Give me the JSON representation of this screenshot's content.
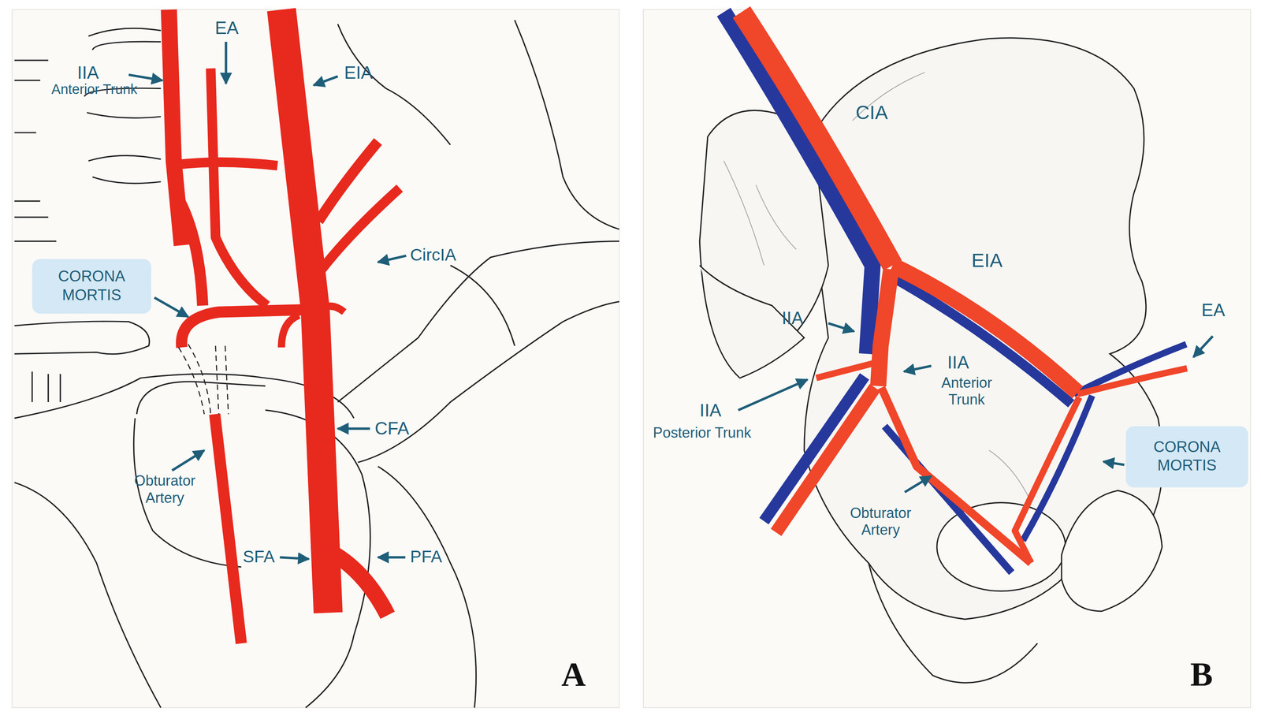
{
  "diagram": {
    "nodes": [
      {
        "text": [
          "CORONA MORTIS"
        ]
      },
      {
        "text": [
          "CORONA MORTIS"
        ]
      }
    ],
    "labels": [
      "EA",
      "IIA",
      "Anterior Trunk",
      "EIA",
      "CircIA",
      "CFA",
      "Obturator Artery",
      "SFA",
      "PFA",
      "A",
      "CIA",
      "EIA",
      "IIA",
      "EA",
      "IIA",
      "Anterior Trunk",
      "IIA",
      "Posterior Trunk",
      "Obturator Artery",
      "B"
    ]
  }
}
